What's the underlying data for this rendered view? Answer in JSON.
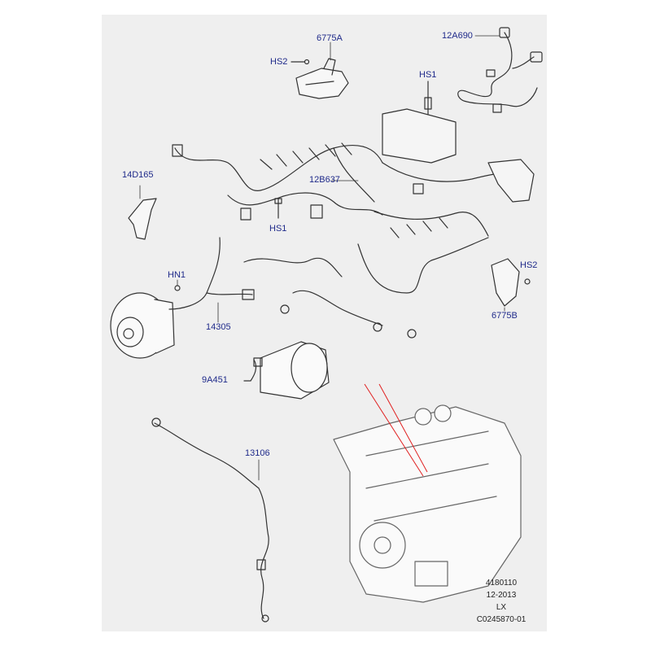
{
  "callouts": {
    "c6775A": "6775A",
    "cHS2_top": "HS2",
    "c12A690": "12A690",
    "cHS1_top": "HS1",
    "c14D165": "14D165",
    "c12B637": "12B637",
    "cHS1_mid": "HS1",
    "cHN1": "HN1",
    "c14305": "14305",
    "cHS2_right": "HS2",
    "c6775B": "6775B",
    "c9A451": "9A451",
    "c13106": "13106"
  },
  "footer": {
    "line1": "4180110",
    "line2": "12-2013",
    "line3": "LX",
    "line4": "C0245870-01"
  },
  "colors": {
    "callout_text": "#1f2a8a",
    "panel_bg": "#efefef",
    "line_art": "#333333",
    "indicator_lines": "#e02020"
  }
}
